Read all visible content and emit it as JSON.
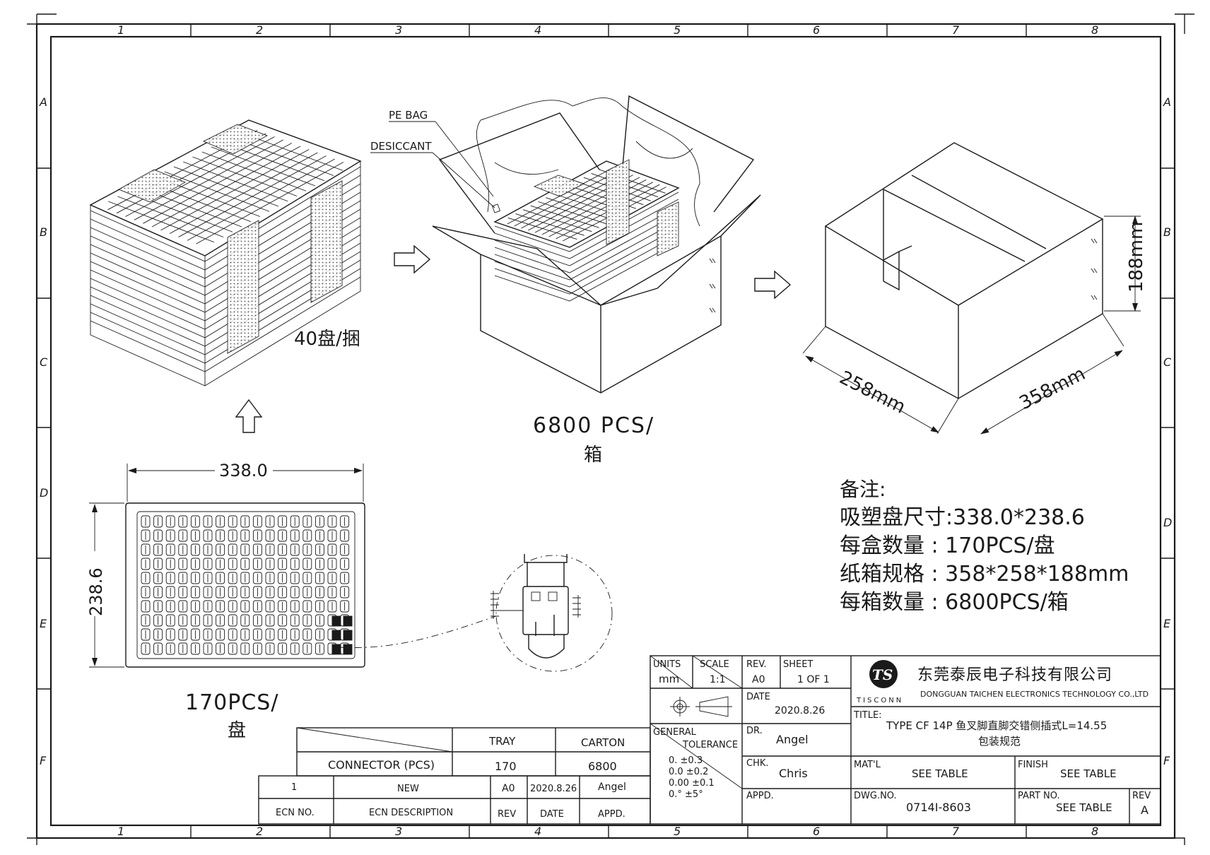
{
  "border": {
    "columns": [
      "1",
      "2",
      "3",
      "4",
      "5",
      "6",
      "7",
      "8"
    ],
    "rows": [
      "A",
      "B",
      "C",
      "D",
      "E",
      "F"
    ]
  },
  "callouts": {
    "pe_bag": "PE BAG",
    "desiccant": "DESICCANT"
  },
  "labels": {
    "bundle": "40盘/捆",
    "box_qty_line1": "6800 PCS/",
    "box_qty_line2": "箱",
    "tray_qty_line1": "170PCS/",
    "tray_qty_line2": "盘"
  },
  "dimensions": {
    "tray_width": "338.0",
    "tray_height": "238.6",
    "carton_height": "188mm",
    "carton_depth": "258mm",
    "carton_length": "358mm"
  },
  "notes": {
    "title": "备注:",
    "lines": [
      "吸塑盘尺寸:338.0*238.6",
      "每盒数量 : 170PCS/盘",
      "纸箱规格 : 358*258*188mm",
      "每箱数量 : 6800PCS/箱"
    ]
  },
  "qty_table": {
    "headers": [
      "TRAY",
      "CARTON"
    ],
    "row_label": "CONNECTOR (PCS)",
    "tray": "170",
    "carton": "6800"
  },
  "ecn_table": {
    "row": {
      "ecn_no": "1",
      "description": "NEW",
      "rev": "A0",
      "date": "2020.8.26",
      "appd": "Angel"
    },
    "headers": {
      "ecn_no": "ECN NO.",
      "description": "ECN  DESCRIPTION",
      "rev": "REV",
      "date": "DATE",
      "appd": "APPD."
    }
  },
  "title_block": {
    "units_label": "UNITS",
    "units": "mm",
    "scale_label": "SCALE",
    "scale": "1:1",
    "rev_label": "REV.",
    "rev": "A0",
    "sheet_label": "SHEET",
    "sheet": "1 OF 1",
    "date_label": "DATE",
    "date": "2020.8.26",
    "tol_label_1": "GENERAL",
    "tol_label_2": "TOLERANCE",
    "tolerances": [
      "0.   ±0.3",
      "0.0  ±0.2",
      "0.00 ±0.1",
      "0.°   ±5°"
    ],
    "dr_label": "DR.",
    "dr": "Angel",
    "chk_label": "CHK.",
    "chk": "Chris",
    "appd_label": "APPD.",
    "company_cn": "东莞泰辰电子科技有限公司",
    "company_en": "DONGGUAN TAICHEN ELECTRONICS TECHNOLOGY CO.,LTD",
    "logo_text": "TISCONN",
    "logo_mark": "TS",
    "title_label": "TITLE:",
    "title_line1": "TYPE CF 14P 鱼叉脚直脚交错侧插式L=14.55",
    "title_line2": "包装规范",
    "matl_label": "MAT'L",
    "matl": "SEE TABLE",
    "finish_label": "FINISH",
    "finish": "SEE TABLE",
    "dwg_label": "DWG.NO.",
    "dwg": "0714I-8603",
    "part_label": "PART NO.",
    "part": "SEE TABLE",
    "rev2_label": "REV",
    "rev2": "A"
  }
}
